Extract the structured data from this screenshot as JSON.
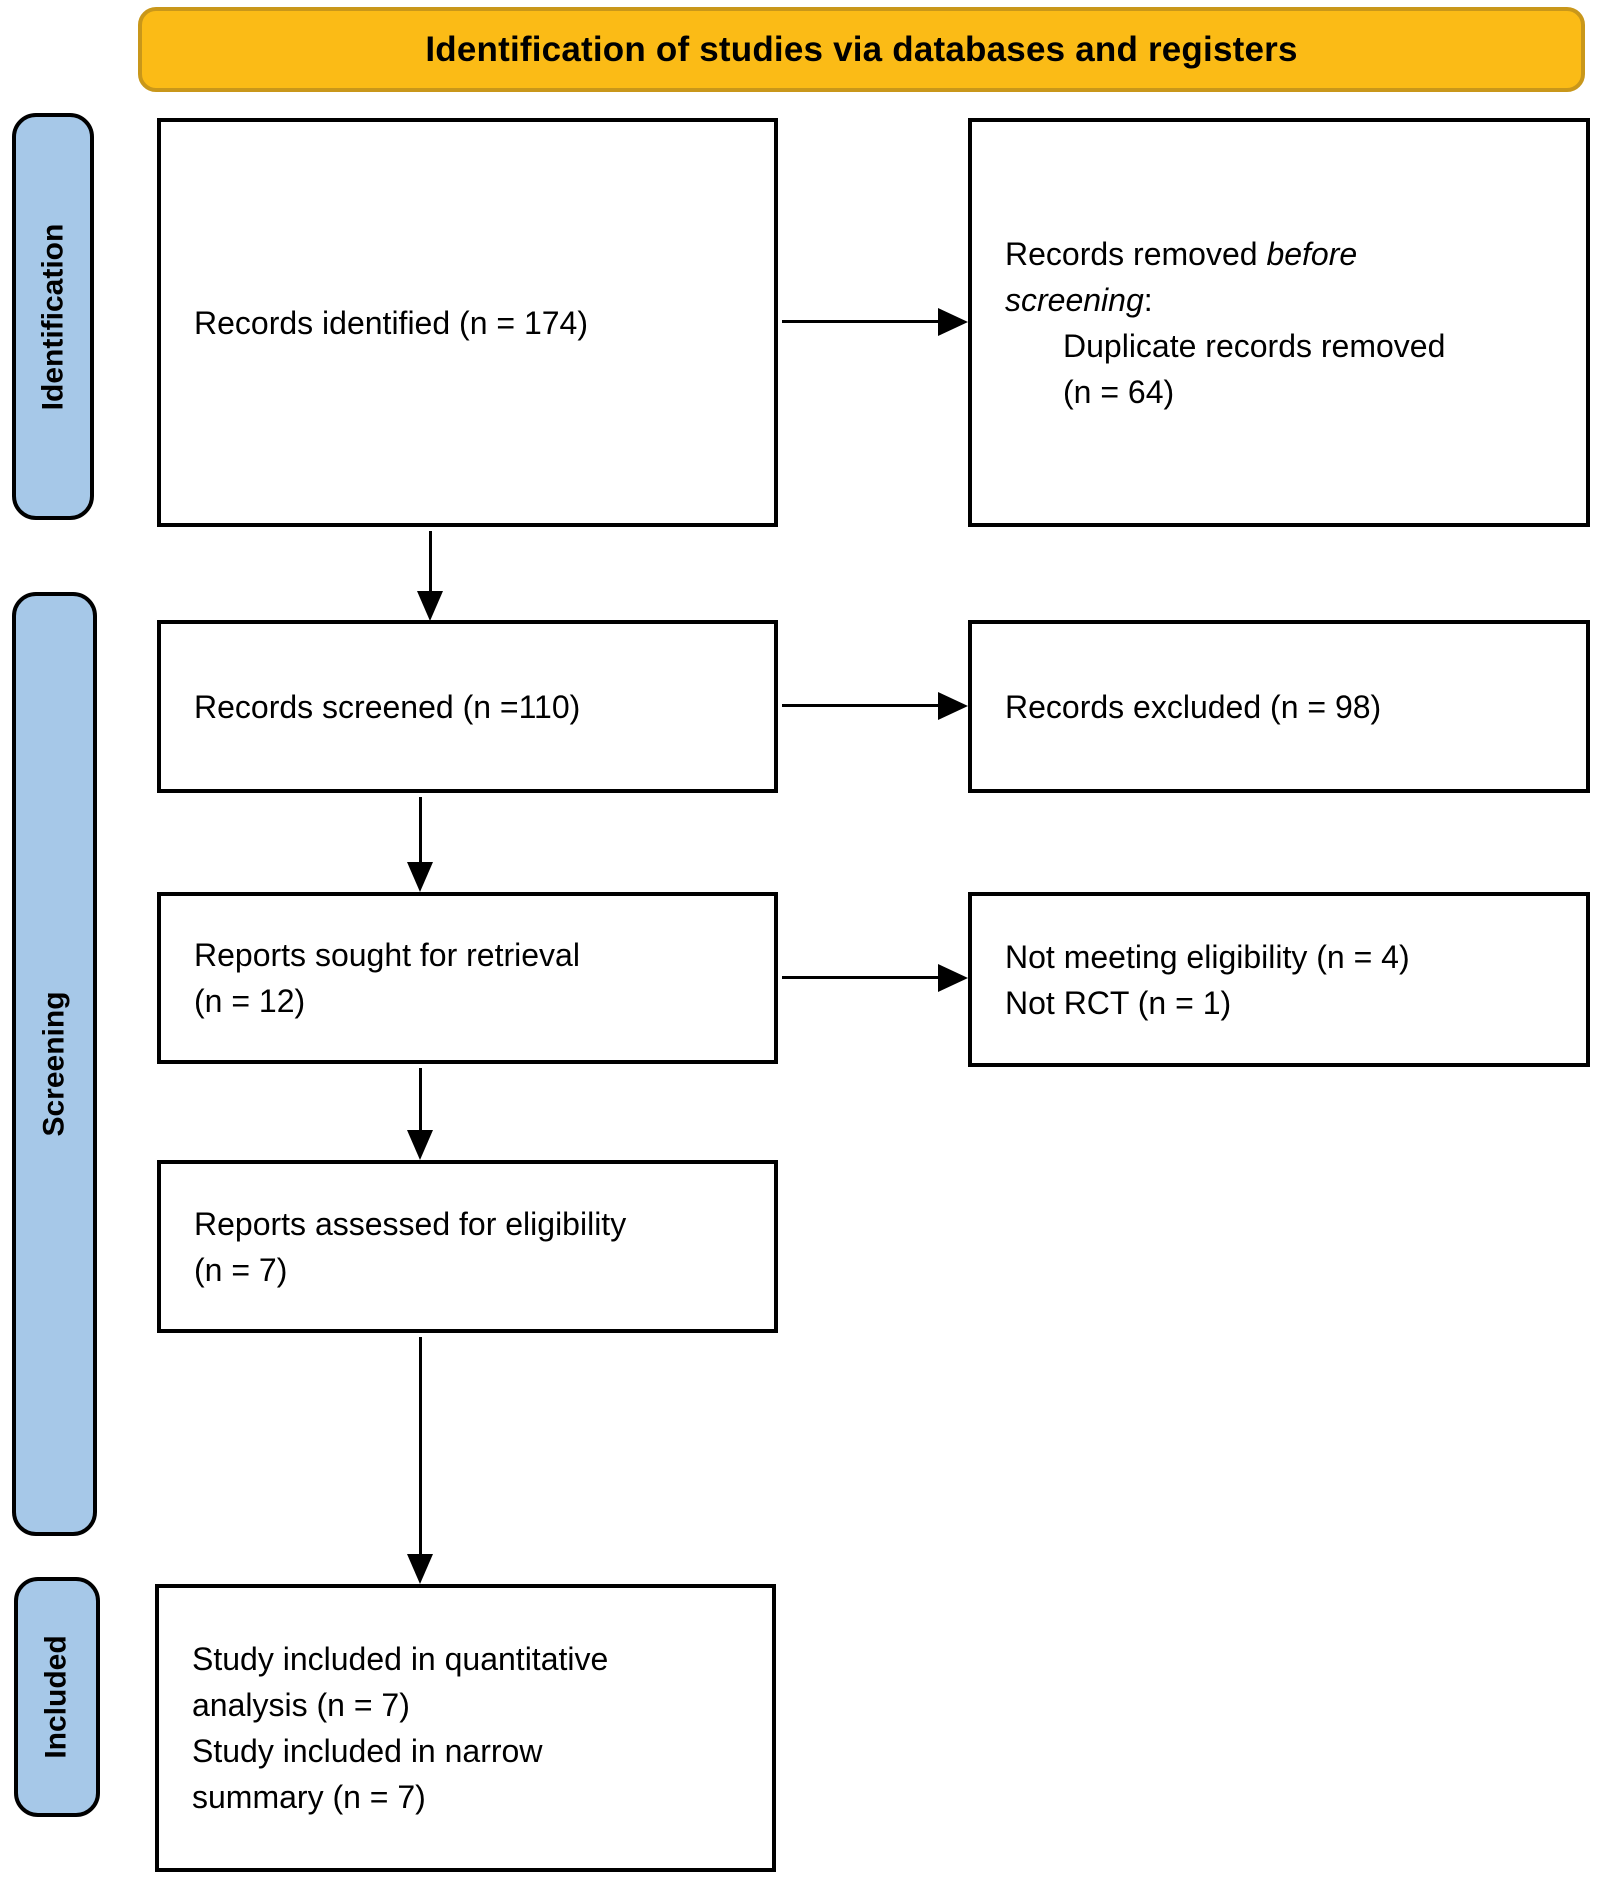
{
  "banner": {
    "title": "Identification of studies via databases and registers"
  },
  "sidebar": {
    "identification": "Identification",
    "screening": "Screening",
    "included": "Included"
  },
  "flow": {
    "records_identified": "Records identified (n = 174)",
    "records_removed": {
      "l1_normal": "Records removed ",
      "l1_italic": "before",
      "l2_italic": "screening",
      "l2_normal": ":",
      "l3": "Duplicate records removed",
      "l4": "(n = 64)"
    },
    "records_screened": "Records screened (n =110)",
    "records_excluded": "Records excluded (n = 98)",
    "reports_sought_lines": [
      "Reports sought for retrieval",
      "(n = 12)"
    ],
    "not_eligible_lines": [
      "Not meeting eligibility (n = 4)",
      "Not RCT (n = 1)"
    ],
    "reports_assessed_lines": [
      "Reports assessed for eligibility",
      "(n = 7)"
    ],
    "included_lines": [
      "Study included in quantitative",
      "analysis (n = 7)",
      "Study included in narrow",
      "summary (n = 7)"
    ]
  },
  "colors": {
    "banner_fill": "#FBBB16",
    "banner_border": "#C9971A",
    "stage_tab_fill": "#A6C8E8",
    "box_border": "#000000",
    "arrow": "#000000"
  }
}
